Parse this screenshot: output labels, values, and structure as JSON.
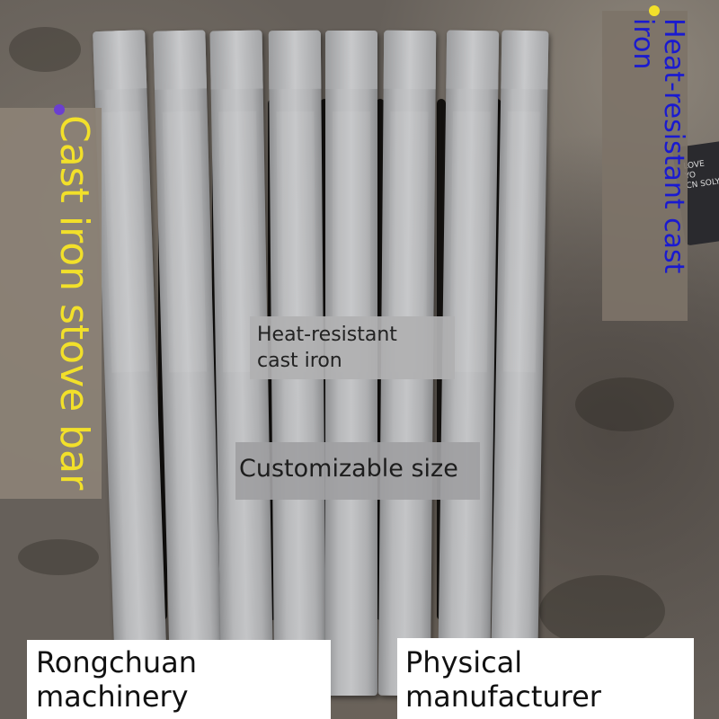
{
  "image": {
    "subject": "cast-iron-grate-bars-on-soil",
    "colors": {
      "left_title": "#f2e02a",
      "right_title": "#1a1ad0",
      "bar_gray": "#b7b8ba",
      "soil": "#66605a"
    }
  },
  "labels": {
    "left_vertical": "Cast iron stove bar",
    "right_vertical": "Heat-resistant cast iron",
    "center_small": "Heat-resistant\ncast iron",
    "center_size": "Customizable size",
    "bottom_left": "Rongchuan\nmachinery",
    "bottom_right": "Physical\nmanufacturer"
  },
  "background_print": {
    "bag_text": "LOVE YO\nCN SOLY"
  }
}
